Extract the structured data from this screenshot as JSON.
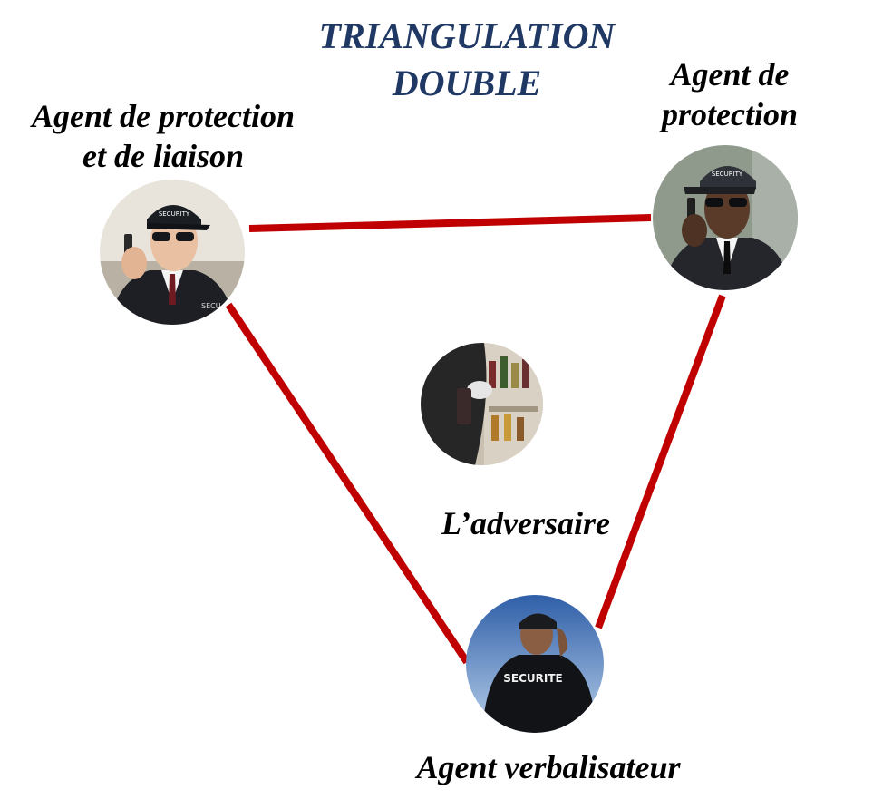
{
  "title": {
    "line1": "TRIANGULATION",
    "line2": "DOUBLE"
  },
  "nodes": {
    "liaison": {
      "label_line1": "Agent de protection",
      "label_line2": "et de liaison",
      "cap_text": "SECURITY",
      "jacket_text": "SECU"
    },
    "protection": {
      "label_line1": "Agent de",
      "label_line2": "protection",
      "cap_text": "SECURITY"
    },
    "adversary": {
      "label": "L’adversaire"
    },
    "verbalisateur": {
      "label": "Agent verbalisateur",
      "back_text": "SECURITE"
    }
  },
  "colors": {
    "title": "#1f3864",
    "link": "#c00000",
    "text": "#000000"
  }
}
